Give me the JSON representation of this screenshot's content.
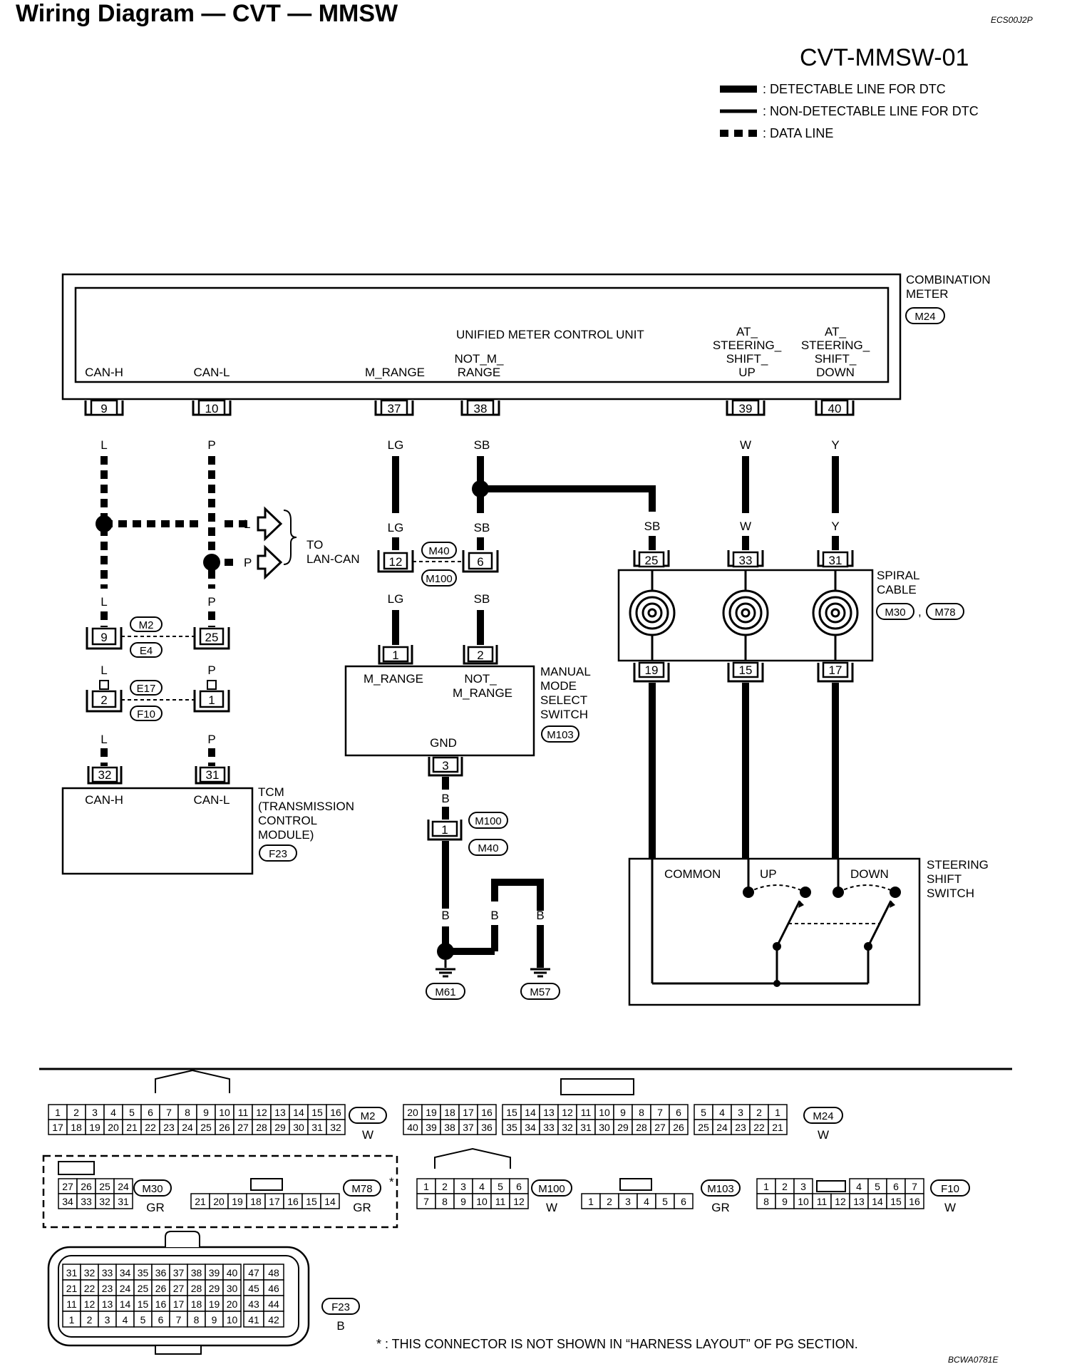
{
  "header": {
    "title": "Wiring Diagram — CVT — MMSW",
    "doc_code": "ECS00J2P",
    "page_id": "CVT-MMSW-01",
    "footer_code": "BCWA0781E"
  },
  "legend": {
    "detectable": ": DETECTABLE LINE FOR DTC",
    "non_detectable": ": NON-DETECTABLE LINE FOR DTC",
    "data_line": ": DATA LINE"
  },
  "meter": {
    "name_line1": "COMBINATION",
    "name_line2": "METER",
    "connector": "M24",
    "unit": "UNIFIED  METER  CONTROL UNIT",
    "pins": {
      "can_h": "CAN-H",
      "can_l": "CAN-L",
      "m_range": "M_RANGE",
      "not_m_range_1": "NOT_M_",
      "not_m_range_2": "RANGE",
      "at_up_1": "AT_",
      "at_up_2": "STEERING_",
      "at_up_3": "SHIFT_",
      "at_up_4": "UP",
      "at_dn_1": "AT_",
      "at_dn_2": "STEERING_",
      "at_dn_3": "SHIFT_",
      "at_dn_4": "DOWN"
    },
    "terminals": [
      "9",
      "10",
      "37",
      "38",
      "39",
      "40"
    ]
  },
  "wires": {
    "L": "L",
    "P": "P",
    "LG": "LG",
    "SB": "SB",
    "W": "W",
    "Y": "Y",
    "B": "B",
    "to_lan_1": "TO",
    "to_lan_2": "LAN-CAN"
  },
  "joints": {
    "m40": "M40",
    "m100": "M100",
    "t12": "12",
    "t6": "6",
    "m2": "M2",
    "e4": "E4",
    "t9": "9",
    "t25": "25",
    "e17": "E17",
    "f10": "F10",
    "t2": "2",
    "t1": "1"
  },
  "spiral": {
    "name_line1": "SPIRAL",
    "name_line2": "CABLE",
    "conn_a": "M30",
    "conn_b": "M78",
    "comma": ",",
    "top_terms": [
      "25",
      "33",
      "31"
    ],
    "bottom_terms": [
      "19",
      "15",
      "17"
    ]
  },
  "mmss": {
    "name_line1": "MANUAL",
    "name_line2": "MODE",
    "name_line3": "SELECT",
    "name_line4": "SWITCH",
    "connector": "M103",
    "pin_m_range": "M_RANGE",
    "pin_not_1": "NOT_",
    "pin_not_2": "M_RANGE",
    "pin_gnd": "GND",
    "terms": [
      "1",
      "2",
      "3"
    ]
  },
  "tcm": {
    "name_line1": "TCM",
    "name_line2": "(TRANSMISSION",
    "name_line3": "CONTROL",
    "name_line4": "MODULE)",
    "connector": "F23",
    "can_h": "CAN-H",
    "can_l": "CAN-L",
    "terms": [
      "32",
      "31"
    ]
  },
  "ground": {
    "m100": "M100",
    "m40": "M40",
    "t1": "1",
    "m61": "M61",
    "m57": "M57"
  },
  "sss": {
    "name_line1": "STEERING",
    "name_line2": "SHIFT",
    "name_line3": "SWITCH",
    "common": "COMMON",
    "up": "UP",
    "down": "DOWN"
  },
  "connectors": {
    "m2": {
      "id": "M2",
      "color": "W",
      "top": [
        "1",
        "2",
        "3",
        "4",
        "5",
        "6",
        "7",
        "8",
        "9",
        "10",
        "11",
        "12",
        "13",
        "14",
        "15",
        "16"
      ],
      "bottom": [
        "17",
        "18",
        "19",
        "20",
        "21",
        "22",
        "23",
        "24",
        "25",
        "26",
        "27",
        "28",
        "29",
        "30",
        "31",
        "32"
      ]
    },
    "m24": {
      "id": "M24",
      "color": "W",
      "top": [
        "20",
        "19",
        "18",
        "17",
        "16",
        "15",
        "14",
        "13",
        "12",
        "11",
        "10",
        "9",
        "8",
        "7",
        "6",
        "5",
        "4",
        "3",
        "2",
        "1"
      ],
      "bottom": [
        "40",
        "39",
        "38",
        "37",
        "36",
        "35",
        "34",
        "33",
        "32",
        "31",
        "30",
        "29",
        "28",
        "27",
        "26",
        "25",
        "24",
        "23",
        "22",
        "21"
      ]
    },
    "m30": {
      "id": "M30",
      "color": "GR",
      "top": [
        "27",
        "26",
        "25",
        "24"
      ],
      "bottom": [
        "34",
        "33",
        "32",
        "31"
      ]
    },
    "m78": {
      "id": "M78",
      "color": "GR",
      "star": "*",
      "row": [
        "21",
        "20",
        "19",
        "18",
        "17",
        "16",
        "15",
        "14"
      ]
    },
    "m100": {
      "id": "M100",
      "color": "W",
      "top": [
        "1",
        "2",
        "3",
        "4",
        "5",
        "6"
      ],
      "bottom": [
        "7",
        "8",
        "9",
        "10",
        "11",
        "12"
      ]
    },
    "m103": {
      "id": "M103",
      "color": "GR",
      "row": [
        "1",
        "2",
        "3",
        "4",
        "5",
        "6"
      ]
    },
    "f10": {
      "id": "F10",
      "color": "W",
      "top": [
        "1",
        "2",
        "3",
        "4",
        "5",
        "6",
        "7"
      ],
      "bottom": [
        "8",
        "9",
        "10",
        "11",
        "12",
        "13",
        "14",
        "15",
        "16"
      ]
    },
    "f23": {
      "id": "F23",
      "color": "B",
      "rows": [
        [
          "31",
          "32",
          "33",
          "34",
          "35",
          "36",
          "37",
          "38",
          "39",
          "40",
          "47",
          "48"
        ],
        [
          "21",
          "22",
          "23",
          "24",
          "25",
          "26",
          "27",
          "28",
          "29",
          "30",
          "45",
          "46"
        ],
        [
          "11",
          "12",
          "13",
          "14",
          "15",
          "16",
          "17",
          "18",
          "19",
          "20",
          "43",
          "44"
        ],
        [
          "1",
          "2",
          "3",
          "4",
          "5",
          "6",
          "7",
          "8",
          "9",
          "10",
          "41",
          "42"
        ]
      ]
    }
  },
  "footnote": "* : THIS CONNECTOR IS NOT SHOWN IN “HARNESS LAYOUT” OF PG SECTION."
}
